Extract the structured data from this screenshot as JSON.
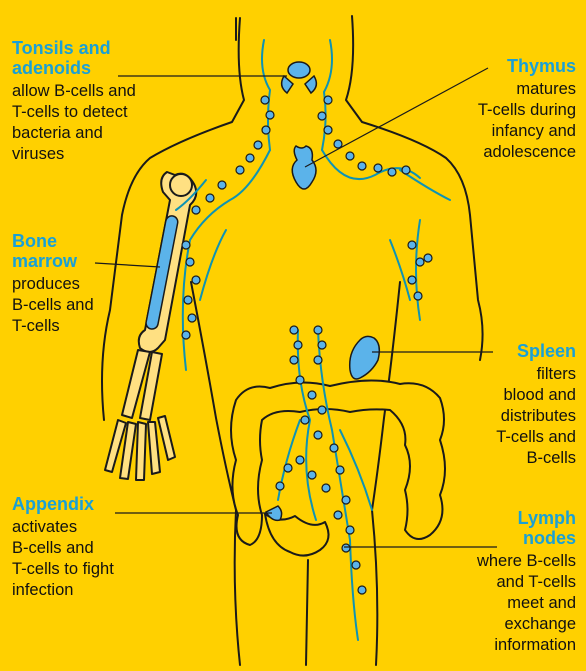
{
  "colors": {
    "background": "#FFD000",
    "title_blue": "#1AA0D6",
    "organ_fill": "#5BB3EA",
    "lymph_vessel": "#0E93B4",
    "outline": "#1A1A1A",
    "bone_fill": "#FFE082"
  },
  "labels": {
    "tonsils": {
      "title_line1": "Tonsils and",
      "title_line2": "adenoids",
      "desc": [
        "allow B-cells and",
        "T-cells to detect",
        "bacteria and",
        "viruses"
      ]
    },
    "thymus": {
      "title": "Thymus",
      "desc": [
        "matures",
        "T-cells during",
        "infancy and",
        "adolescence"
      ]
    },
    "bone_marrow": {
      "title_line1": "Bone",
      "title_line2": "marrow",
      "desc": [
        "produces",
        "B-cells and",
        "T-cells"
      ]
    },
    "spleen": {
      "title": "Spleen",
      "desc": [
        "filters",
        "blood and",
        "distributes",
        "T-cells and",
        "B-cells"
      ]
    },
    "appendix": {
      "title": "Appendix",
      "desc": [
        "activates",
        "B-cells and",
        "T-cells to fight",
        "infection"
      ]
    },
    "lymph_nodes": {
      "title_line1": "Lymph",
      "title_line2": "nodes",
      "desc": [
        "where B-cells",
        "and T-cells",
        "meet and",
        "exchange",
        "information"
      ]
    }
  }
}
